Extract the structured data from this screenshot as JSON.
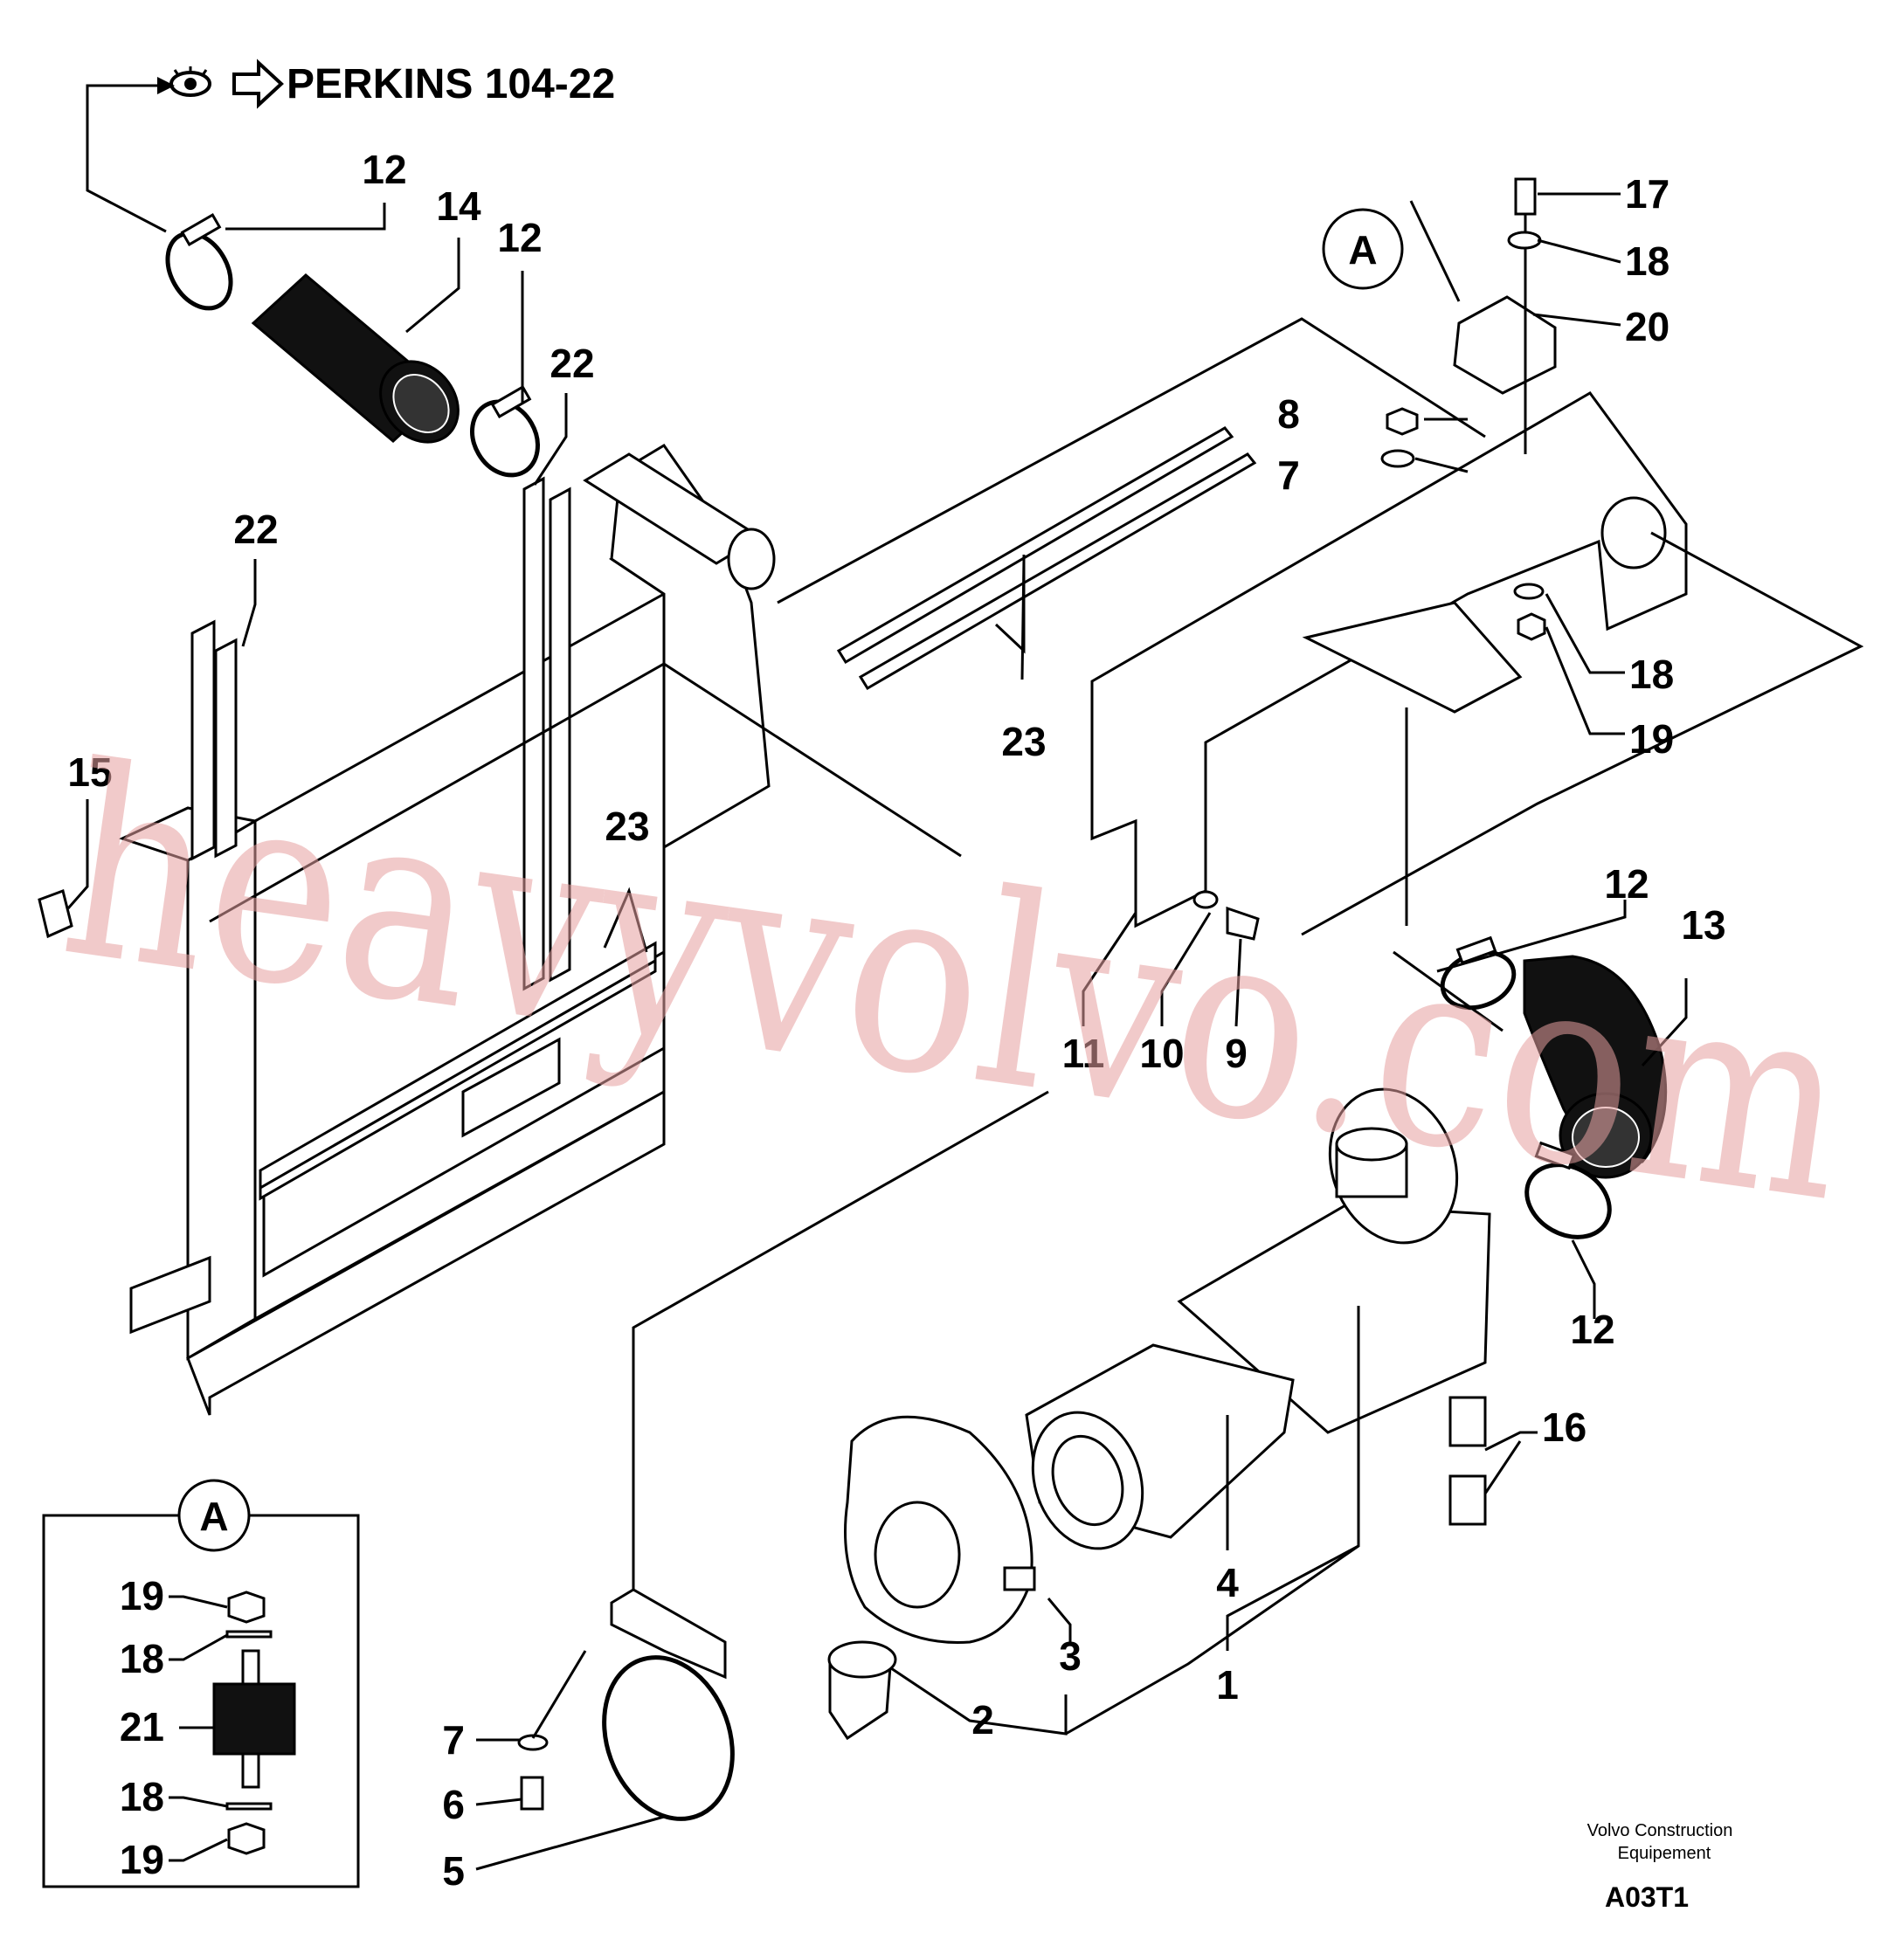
{
  "header": {
    "text": "PERKINS 104-22"
  },
  "labels": {
    "l12a": "12",
    "l14": "14",
    "l12b": "12",
    "l22a": "22",
    "l22b": "22",
    "l15": "15",
    "l23a": "23",
    "l23b": "23",
    "l17": "17",
    "l18a": "18",
    "l20": "20",
    "lA": "A",
    "l8": "8",
    "l7a": "7",
    "l18b": "18",
    "l19a": "19",
    "l11": "11",
    "l10": "10",
    "l9": "9",
    "l12c": "12",
    "l13": "13",
    "l12d": "12",
    "l16": "16",
    "l4": "4",
    "l1": "1",
    "l3": "3",
    "l2": "2",
    "l7b": "7",
    "l6": "6",
    "l5": "5",
    "inset_A": "A",
    "in19a": "19",
    "in18a": "18",
    "in21": "21",
    "in18b": "18",
    "in19b": "19"
  },
  "footer": {
    "credit_line1": "Volvo Construction",
    "credit_line2": "Equipement",
    "code": "A03T1"
  },
  "watermark": "heavyvolvo.com"
}
